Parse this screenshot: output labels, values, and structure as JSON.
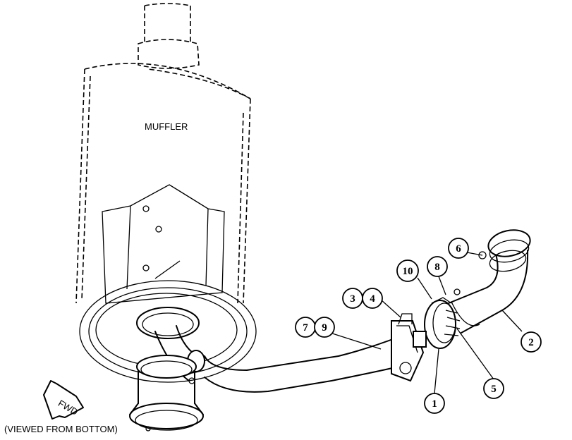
{
  "labels": {
    "muffler": "MUFFLER",
    "fwd": "FWD",
    "view_note": "(VIEWED FROM BOTTOM)"
  },
  "callouts": [
    {
      "id": "1",
      "text": "1"
    },
    {
      "id": "2",
      "text": "2"
    },
    {
      "id": "3",
      "text": "3"
    },
    {
      "id": "4",
      "text": "4"
    },
    {
      "id": "5",
      "text": "5"
    },
    {
      "id": "6",
      "text": "6"
    },
    {
      "id": "7",
      "text": "7"
    },
    {
      "id": "8",
      "text": "8"
    },
    {
      "id": "9",
      "text": "9"
    },
    {
      "id": "10",
      "text": "10"
    }
  ]
}
